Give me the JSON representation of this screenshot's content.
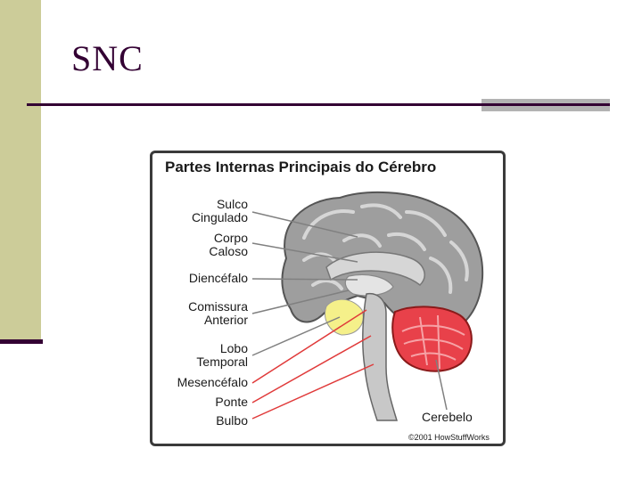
{
  "slide": {
    "title": "SNC"
  },
  "figure": {
    "title": "Partes Internas Principais do Cérebro",
    "labels": {
      "sulco_cingulado": [
        "Sulco",
        "Cingulado"
      ],
      "corpo_caloso": [
        "Corpo",
        "Caloso"
      ],
      "diencefalo": "Diencéfalo",
      "comissura_anterior": [
        "Comissura",
        "Anterior"
      ],
      "lobo_temporal": [
        "Lobo",
        "Temporal"
      ],
      "mesencefalo": "Mesencéfalo",
      "ponte": "Ponte",
      "bulbo": "Bulbo",
      "cerebelo": "Cerebelo"
    },
    "copyright": "©2001 HowStuffWorks",
    "colors": {
      "cortex": "#9e9e9e",
      "cortex_light": "#d6d6d6",
      "temporal_lobe": "#f5f08a",
      "cerebellum": "#e8414a",
      "stem": "#c8c8c8",
      "pointer_gray": "#808080",
      "pointer_red": "#e03a3a"
    }
  },
  "theme": {
    "accent": "#330033",
    "sidebar": "#cccc99"
  }
}
